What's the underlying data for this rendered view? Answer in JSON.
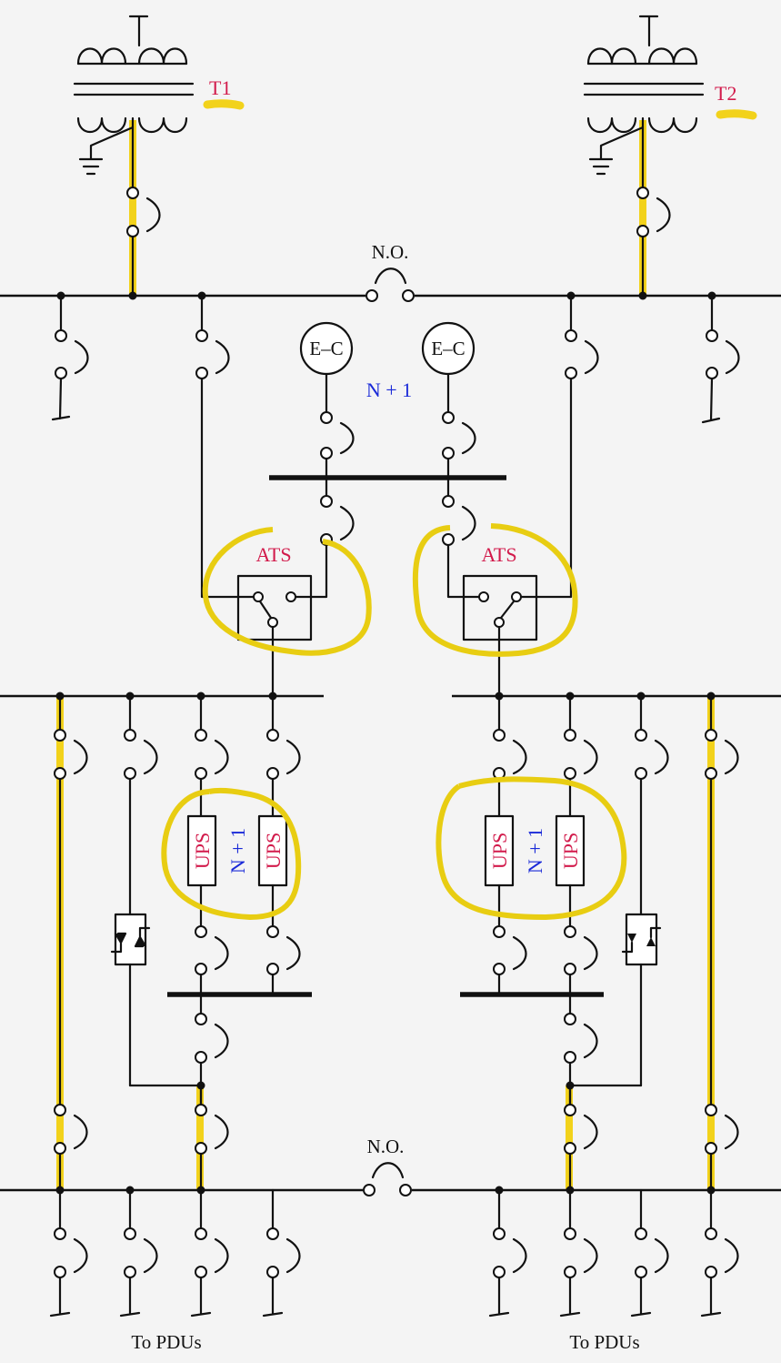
{
  "labels": {
    "t1": "T1",
    "t2": "T2",
    "no_top": "N.O.",
    "no_bottom": "N.O.",
    "ec_left": "E–C",
    "ec_right": "E–C",
    "n_plus_one_gen": "N + 1",
    "ats_left": "ATS",
    "ats_right": "ATS",
    "ups_ll": "UPS",
    "ups_lr": "UPS",
    "ups_rl": "UPS",
    "ups_rr": "UPS",
    "n_plus_one_ups_left": "N + 1",
    "n_plus_one_ups_right": "N + 1",
    "to_pdus_left": "To PDUs",
    "to_pdus_right": "To PDUs"
  },
  "colors": {
    "highlight": "#f2d21b",
    "label_red": "#d21a4b",
    "label_blue": "#1a2ad8",
    "wire": "#111111",
    "background": "#f4f4f4"
  }
}
